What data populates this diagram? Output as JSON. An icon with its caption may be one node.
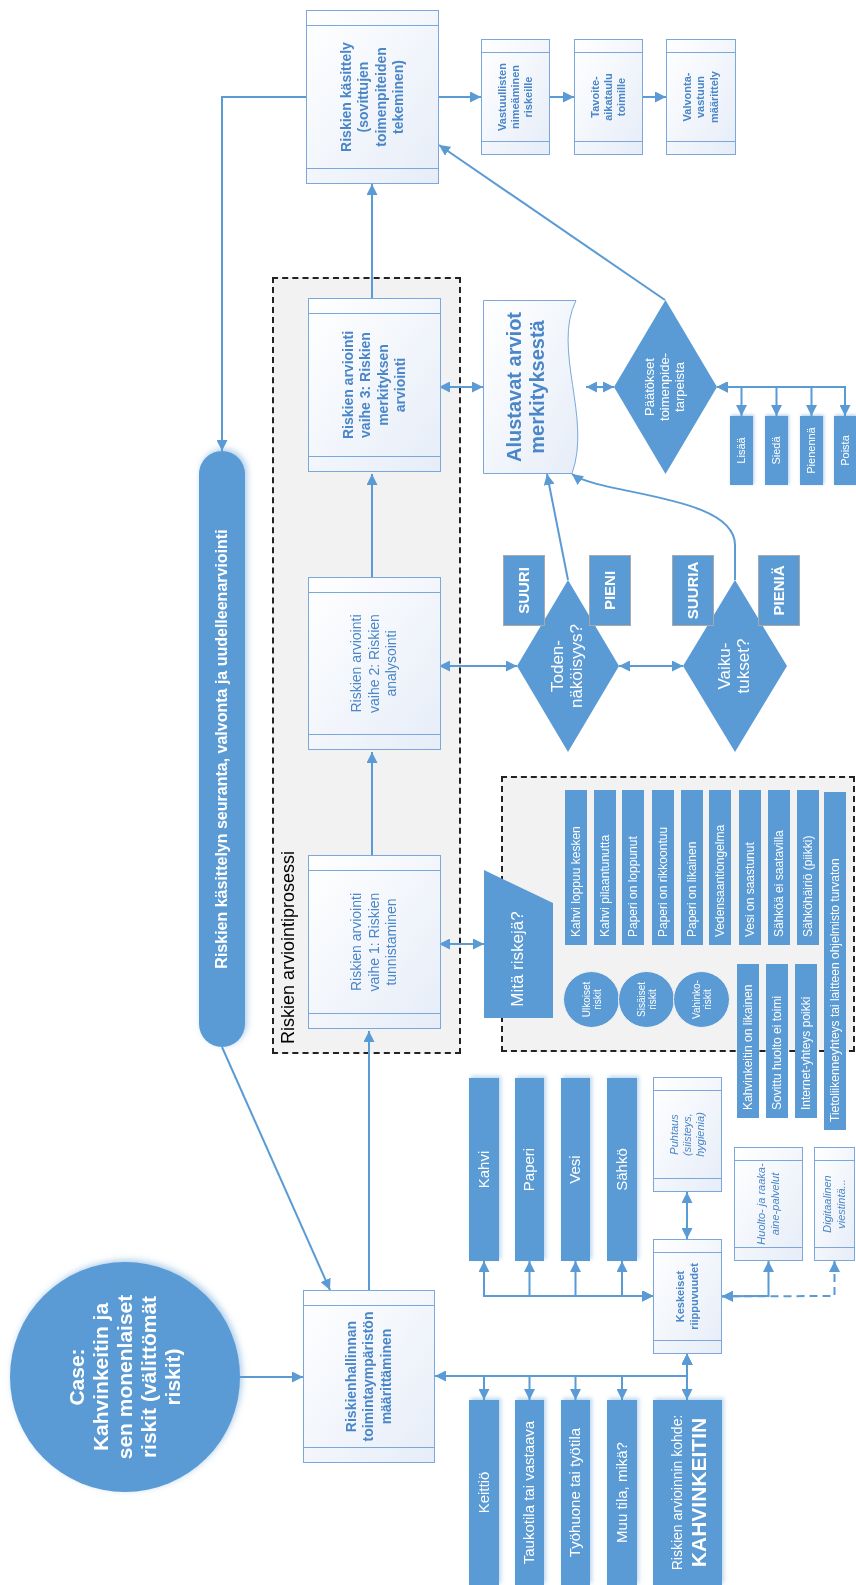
{
  "diagram": {
    "nodes": [
      {
        "text": [
          "Case:",
          "Kahvinkeitin ja sen monenlaiset riskit (välittömät riskit)"
        ]
      },
      {
        "text": [
          "Riskienhallinnan toimintaympäristön määrittäminen"
        ]
      },
      {
        "text": [
          "Riskien käsittelyn seuranta, valvonta ja uudelleenarviointi"
        ]
      },
      {
        "text": [
          "Riskien arviointiprosessi"
        ]
      },
      {
        "text": [
          "Riskien arviointi vaihe 1: Riskien tunnistaminen"
        ],
        "in": 3
      },
      {
        "text": [
          "Riskien arviointi vaihe 2: Riskien analysointi"
        ],
        "in": 3
      },
      {
        "text": [
          "Riskien arviointi vaihe 3: Riskien merkityksen arviointi"
        ],
        "in": 3
      },
      {
        "text": [
          "Riskien käsittely (sovittujen toimenpiteiden tekeminen)"
        ]
      },
      {
        "text": [
          "Vastuullisten nimeäminen riskeille"
        ]
      },
      {
        "text": [
          "Tavoite-aikataulu toimille"
        ]
      },
      {
        "text": [
          "Valvonta-vastuun määrittely"
        ]
      },
      {
        "text": [
          "Mitä riskejä?"
        ]
      },
      {
        "text": [],
        "shape": "box"
      },
      {
        "text": [
          "Ulkoiset riskit"
        ],
        "in": 12
      },
      {
        "text": [
          "Sisäiset riskit"
        ],
        "in": 12
      },
      {
        "text": [
          "Vahinko-riskit"
        ],
        "in": 12
      },
      {
        "text": [
          "Kahvi loppuu kesken"
        ],
        "in": 12
      },
      {
        "text": [
          "Kahvi pilaantunutta"
        ],
        "in": 12
      },
      {
        "text": [
          "Paperi on loppunut"
        ],
        "in": 12
      },
      {
        "text": [
          "Paperi on rikkoontuu"
        ],
        "in": 12
      },
      {
        "text": [
          "Paperi on likainen"
        ],
        "in": 12
      },
      {
        "text": [
          "Vedensaantiongelma"
        ],
        "in": 12
      },
      {
        "text": [
          "Vesi on saastunut"
        ],
        "in": 12
      },
      {
        "text": [
          "Sähköä ei saatavilla"
        ],
        "in": 12
      },
      {
        "text": [
          "Sähköhäiriö (piikki)"
        ],
        "in": 12
      },
      {
        "text": [
          "Tietoliikenneyhteys tai laitteen ohjelmisto turvaton"
        ]
      },
      {
        "text": [
          "Kahvinkeitin on likainen"
        ]
      },
      {
        "text": [
          "Sovittu huolto ei toimi"
        ]
      },
      {
        "text": [
          "Internet-yhteys poikki"
        ]
      },
      {
        "text": [
          "Toden-näköisyys?"
        ]
      },
      {
        "text": [
          "SUURI"
        ]
      },
      {
        "text": [
          "PIENI"
        ]
      },
      {
        "text": [
          "Vaiku-tukset?"
        ]
      },
      {
        "text": [
          "SUURIA"
        ]
      },
      {
        "text": [
          "PIENIÄ"
        ]
      },
      {
        "text": [
          "Alustavat arviot merkityksestä"
        ]
      },
      {
        "text": [
          "Päätökset toimenpide-tarpeista"
        ]
      },
      {
        "text": [
          "Lisää"
        ]
      },
      {
        "text": [
          "Siedä"
        ]
      },
      {
        "text": [
          "Pienennä"
        ]
      },
      {
        "text": [
          "Poista"
        ]
      },
      {
        "text": [
          "Keskeiset riippuvuudet"
        ]
      },
      {
        "text": [
          "Kahvi"
        ]
      },
      {
        "text": [
          "Paperi"
        ]
      },
      {
        "text": [
          "Vesi"
        ]
      },
      {
        "text": [
          "Sähkö"
        ]
      },
      {
        "text": [
          "Puhtaus (siisteys, hygienia)"
        ]
      },
      {
        "text": [
          "Huolto- ja raaka-aine-palvelut"
        ]
      },
      {
        "text": [
          "Digitaalinen viestintä..."
        ]
      },
      {
        "text": [
          "Keittiö"
        ]
      },
      {
        "text": [
          "Taukotila tai vastaava"
        ]
      },
      {
        "text": [
          "Työhuone tai työtila"
        ]
      },
      {
        "text": [
          "Muu tila, mikä?"
        ]
      },
      {
        "text": [
          "Riskien arvioinnin kohde:",
          "KAHVINKEITIN"
        ]
      }
    ],
    "edges": [
      {
        "from": 0,
        "to": 1,
        "arrow": "to"
      },
      {
        "from": 2,
        "to": 1,
        "arrow": "to"
      },
      {
        "from": 1,
        "to": 4,
        "arrow": "to"
      },
      {
        "from": 4,
        "to": 5,
        "arrow": "to"
      },
      {
        "from": 5,
        "to": 6,
        "arrow": "to"
      },
      {
        "from": 6,
        "to": 7,
        "arrow": "to"
      },
      {
        "from": 7,
        "to": 2,
        "arrow": "to"
      },
      {
        "from": 7,
        "to": 8,
        "arrow": "to"
      },
      {
        "from": 8,
        "to": 9,
        "arrow": "to"
      },
      {
        "from": 9,
        "to": 10,
        "arrow": "to"
      },
      {
        "from": 36,
        "to": 7,
        "arrow": "to"
      },
      {
        "from": 4,
        "to": 11,
        "arrow": "both"
      },
      {
        "from": 5,
        "to": 29,
        "arrow": "both"
      },
      {
        "from": 29,
        "to": 32,
        "arrow": "both"
      },
      {
        "from": 6,
        "to": 35,
        "arrow": "both"
      },
      {
        "from": 35,
        "to": 36,
        "arrow": "both"
      },
      {
        "from": 29,
        "to": 35,
        "arrow": "to"
      },
      {
        "from": 32,
        "to": 35,
        "arrow": "to"
      },
      {
        "from": 36,
        "to": 37,
        "arrow": "both"
      },
      {
        "from": 36,
        "to": 38,
        "arrow": "both"
      },
      {
        "from": 36,
        "to": 39,
        "arrow": "both"
      },
      {
        "from": 36,
        "to": 40,
        "arrow": "both"
      },
      {
        "from": 41,
        "to": 42,
        "arrow": "both"
      },
      {
        "from": 41,
        "to": 43,
        "arrow": "both"
      },
      {
        "from": 41,
        "to": 44,
        "arrow": "both"
      },
      {
        "from": 41,
        "to": 45,
        "arrow": "both"
      },
      {
        "from": 41,
        "to": 46,
        "arrow": "both"
      },
      {
        "from": 47,
        "to": 41,
        "arrow": "both"
      },
      {
        "from": 48,
        "to": 41,
        "arrow": "both",
        "style": "dashed"
      },
      {
        "from": 41,
        "to": 1,
        "arrow": "both"
      },
      {
        "from": 41,
        "to": 49,
        "arrow": "both"
      },
      {
        "from": 41,
        "to": 50,
        "arrow": "both"
      },
      {
        "from": 41,
        "to": 51,
        "arrow": "both"
      },
      {
        "from": 41,
        "to": 52,
        "arrow": "both"
      },
      {
        "from": 41,
        "to": 53,
        "arrow": "both"
      }
    ]
  }
}
